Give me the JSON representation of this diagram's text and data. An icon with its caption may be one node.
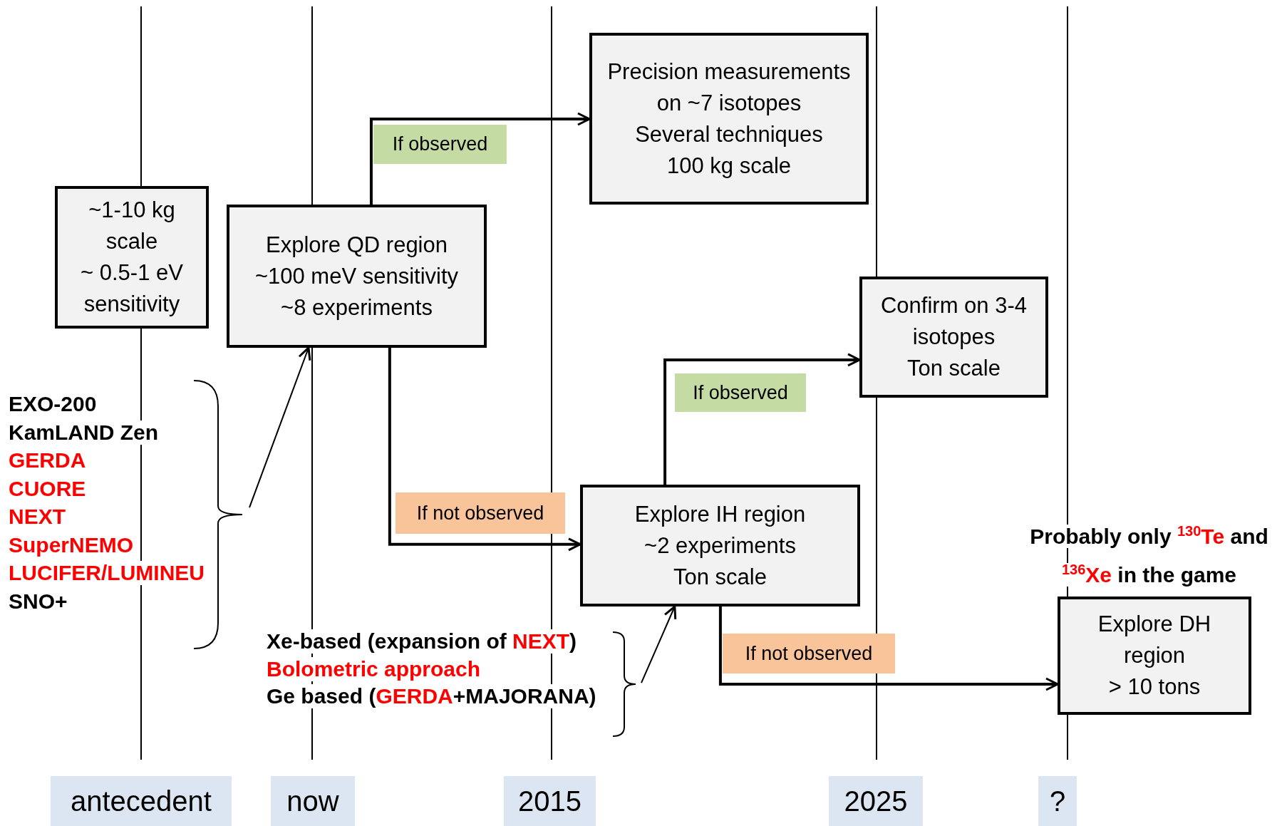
{
  "diagram": {
    "nodes": [
      {
        "text": [
          "~1-10 kg scale",
          "~ 0.5-1 eV sensitivity"
        ]
      },
      {
        "text": [
          "Explore QD region",
          "~100 meV sensitivity",
          "~8 experiments"
        ]
      },
      {
        "text": [
          "Precision measurements on ~7 isotopes",
          "Several techniques",
          "100 kg scale"
        ]
      },
      {
        "text": [
          "Confirm on 3-4 isotopes",
          "Ton scale"
        ]
      },
      {
        "text": [
          "Explore IH region",
          "~2 experiments",
          "Ton scale"
        ]
      },
      {
        "text": [
          "Explore DH region",
          "> 10 tons"
        ],
        "beside": [
          "Probably only $^{130}$Te and $^{136}$Xe in the game"
        ]
      },
      {
        "text": [
          "EXO-200",
          "KamLAND Zen",
          "GERDA",
          "CUORE",
          "NEXT",
          "SuperNEMO",
          "LUCIFER/LUMINEU",
          "SNO+"
        ]
      },
      {
        "text": [
          "Xe-based (expansion of NEXT)",
          "Bolometric approach",
          "Ge based (GERDA+MAJORANA)"
        ]
      }
    ],
    "edges": [
      {
        "from": 1,
        "to": 2,
        "arrow": "to",
        "label": "If observed"
      },
      {
        "from": 1,
        "to": 4,
        "arrow": "to",
        "label": "If not observed"
      },
      {
        "from": 4,
        "to": 3,
        "arrow": "to",
        "label": "If observed"
      },
      {
        "from": 4,
        "to": 5,
        "arrow": "to",
        "label": "If not observed"
      },
      {
        "from": 6,
        "to": 1,
        "arrow": "to"
      },
      {
        "from": 7,
        "to": 4,
        "arrow": "to"
      }
    ],
    "labels": [
      "antecedent",
      "now",
      "2015",
      "2025",
      "?"
    ]
  }
}
